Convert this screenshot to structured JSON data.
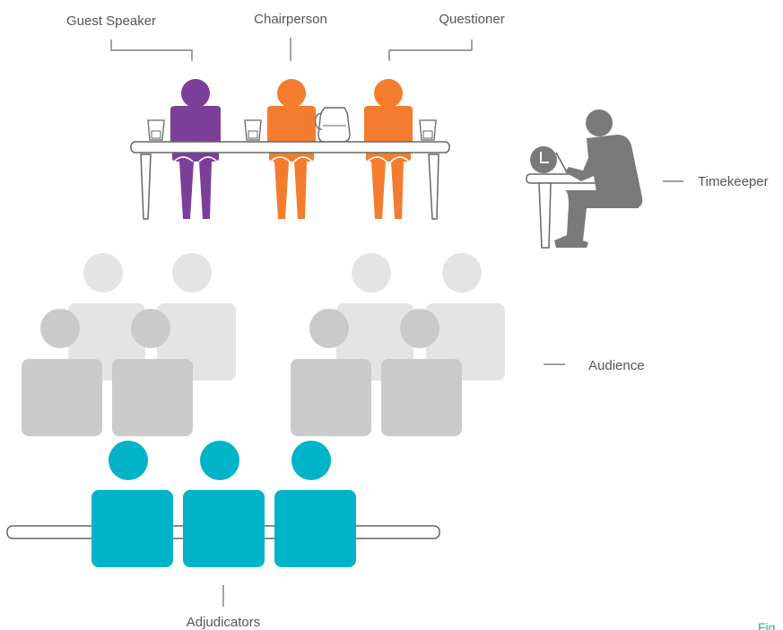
{
  "labels": {
    "guest_speaker": "Guest Speaker",
    "chairperson": "Chairperson",
    "questioner": "Questioner",
    "timekeeper": "Timekeeper",
    "audience": "Audience",
    "adjudicators": "Adjudicators",
    "figure": "Fig"
  },
  "colors": {
    "guest_speaker": "#7b3f99",
    "chairperson": "#f47c2e",
    "questioner": "#f47c2e",
    "timekeeper": "#7a7a7a",
    "audience_back": "#e4e4e4",
    "audience_front": "#cacaca",
    "adjudicators": "#00b3c8",
    "outline": "#666666",
    "label_text": "#555555",
    "figure_text": "#2aa7c9"
  },
  "icons": {
    "glass": "drinking-glass-icon",
    "jug": "water-jug-icon",
    "clock": "clock-icon"
  }
}
